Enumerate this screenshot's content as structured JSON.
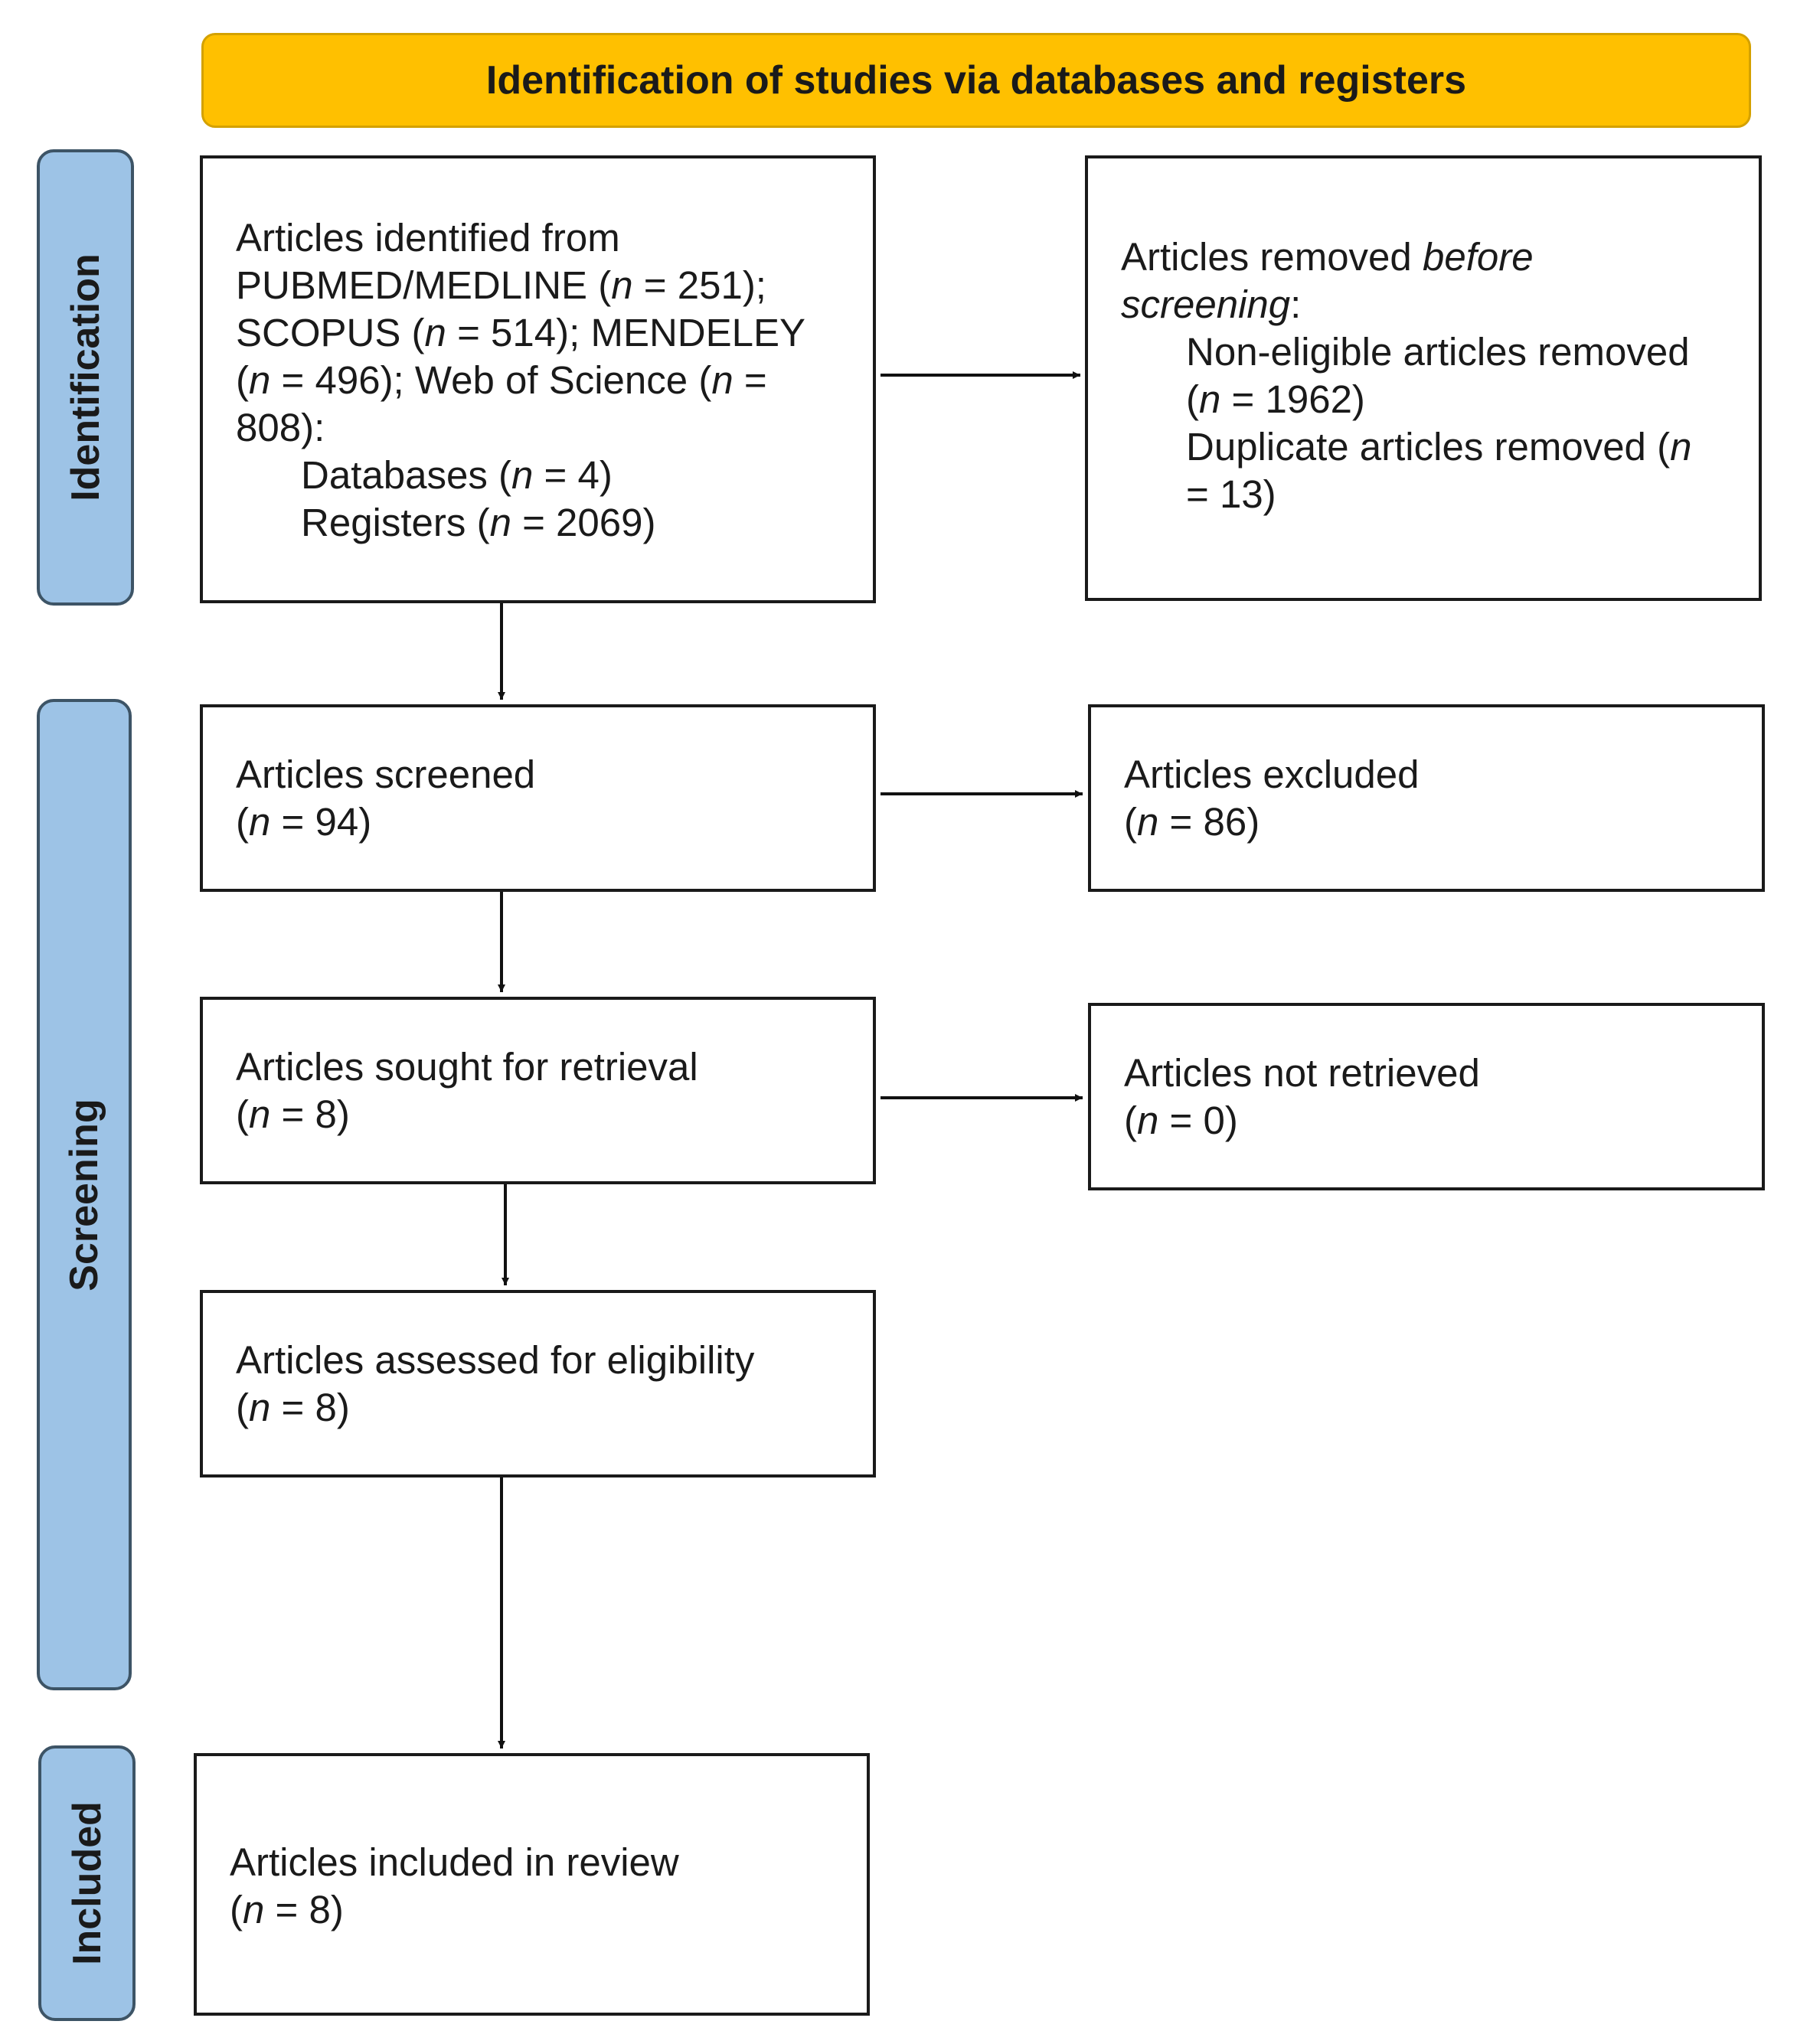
{
  "header": {
    "title": "Identification of studies via databases and registers"
  },
  "stages": {
    "identification": "Identification",
    "screening": "Screening",
    "included": "Included"
  },
  "boxes": {
    "identified": {
      "lines": [
        [
          "Articles identified from"
        ],
        [
          "PUBMED/MEDLINE (",
          {
            "i": "n"
          },
          " = 251);"
        ],
        [
          "SCOPUS (",
          {
            "i": "n"
          },
          " = 514); MENDELEY"
        ],
        [
          "(",
          {
            "i": "n"
          },
          " = 496); Web of Science (",
          {
            "i": "n"
          },
          " ="
        ],
        [
          "808):"
        ],
        {
          "indent": true,
          "parts": [
            "Databases (",
            {
              "i": "n"
            },
            " = 4)"
          ]
        },
        {
          "indent": true,
          "parts": [
            "Registers (",
            {
              "i": "n"
            },
            " = 2069)"
          ]
        }
      ]
    },
    "removed": {
      "lines": [
        [
          "Articles removed ",
          {
            "i": "before"
          }
        ],
        [
          {
            "i": "screening"
          },
          ":"
        ],
        {
          "indent": true,
          "parts": [
            "Non-eligible articles removed"
          ]
        },
        {
          "indent": true,
          "parts": [
            "(",
            {
              "i": "n"
            },
            " = 1962)"
          ]
        },
        {
          "indent": true,
          "parts": [
            "Duplicate articles removed (",
            {
              "i": "n"
            }
          ]
        },
        {
          "indent": true,
          "parts": [
            "= 13)"
          ]
        }
      ]
    },
    "screened": {
      "lines": [
        [
          "Articles screened"
        ],
        [
          "(",
          {
            "i": "n"
          },
          " = 94)"
        ]
      ]
    },
    "excluded": {
      "lines": [
        [
          "Articles excluded"
        ],
        [
          "(",
          {
            "i": "n"
          },
          " = 86)"
        ]
      ]
    },
    "sought": {
      "lines": [
        [
          "Articles sought for retrieval"
        ],
        [
          "(",
          {
            "i": "n"
          },
          " = 8)"
        ]
      ]
    },
    "not_retrieved": {
      "lines": [
        [
          "Articles not retrieved"
        ],
        [
          "(",
          {
            "i": "n"
          },
          " = 0)"
        ]
      ]
    },
    "assessed": {
      "lines": [
        [
          "Articles assessed for eligibility"
        ],
        [
          "(",
          {
            "i": "n"
          },
          " = 8)"
        ]
      ]
    },
    "included": {
      "lines": [
        [
          "Articles included in review"
        ],
        [
          "(",
          {
            "i": "n"
          },
          " = 8)"
        ]
      ]
    }
  },
  "colors": {
    "header_fill": "#ffc000",
    "stage_fill": "#9dc3e6",
    "stage_border": "#3d5466",
    "box_border": "#1a1a1a",
    "arrow": "#111111"
  }
}
